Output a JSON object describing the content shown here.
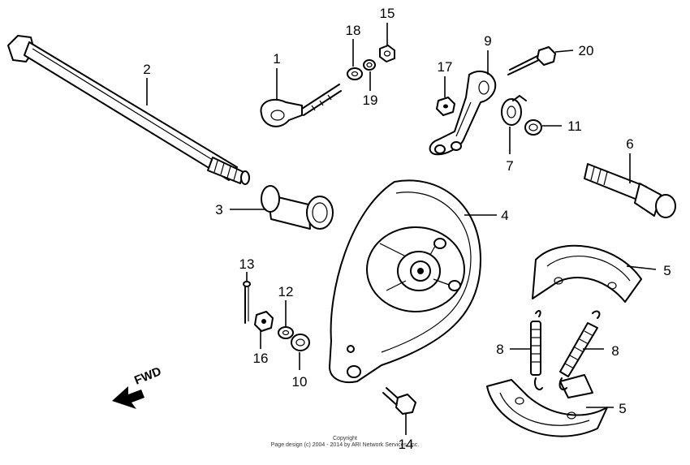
{
  "callouts": [
    {
      "id": "c1",
      "text": "1"
    },
    {
      "id": "c2",
      "text": "2"
    },
    {
      "id": "c3",
      "text": "3"
    },
    {
      "id": "c4",
      "text": "4"
    },
    {
      "id": "c5a",
      "text": "5"
    },
    {
      "id": "c5b",
      "text": "5"
    },
    {
      "id": "c6",
      "text": "6"
    },
    {
      "id": "c7",
      "text": "7"
    },
    {
      "id": "c8a",
      "text": "8"
    },
    {
      "id": "c8b",
      "text": "8"
    },
    {
      "id": "c9",
      "text": "9"
    },
    {
      "id": "c10",
      "text": "10"
    },
    {
      "id": "c11",
      "text": "11"
    },
    {
      "id": "c12",
      "text": "12"
    },
    {
      "id": "c13",
      "text": "13"
    },
    {
      "id": "c14",
      "text": "14"
    },
    {
      "id": "c15",
      "text": "15"
    },
    {
      "id": "c16",
      "text": "16"
    },
    {
      "id": "c17",
      "text": "17"
    },
    {
      "id": "c18",
      "text": "18"
    },
    {
      "id": "c19",
      "text": "19"
    },
    {
      "id": "c20",
      "text": "20"
    }
  ],
  "fwd_label": "FWD",
  "copyright": {
    "line1": "Copyright",
    "line2": "Page design (c) 2004 - 2014 by ARI Network Services, Inc."
  }
}
